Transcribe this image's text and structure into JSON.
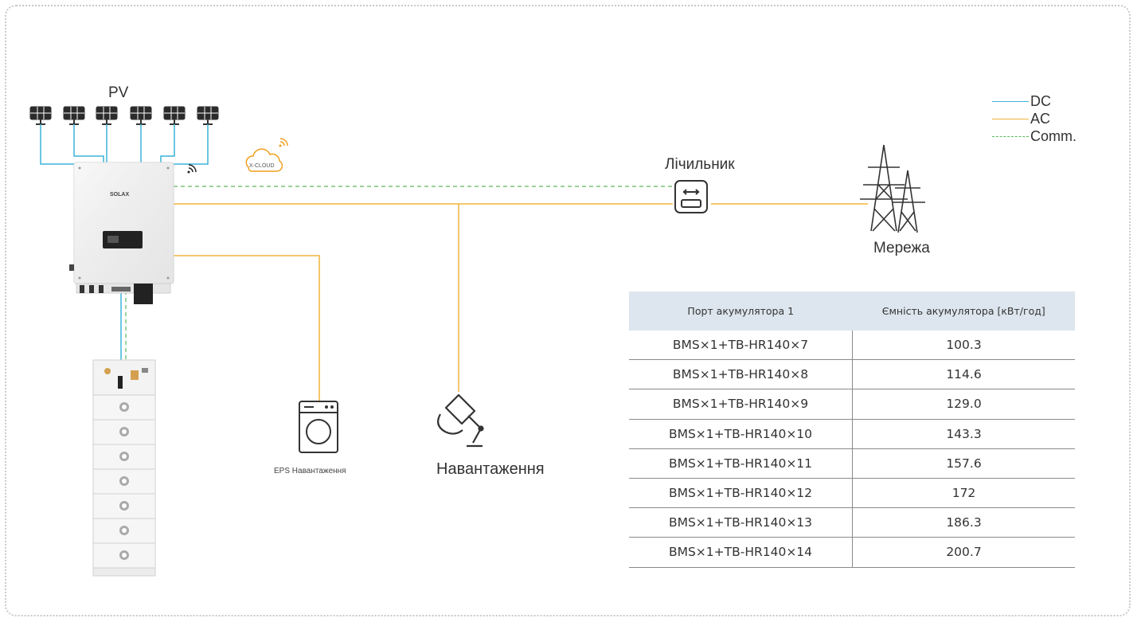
{
  "labels": {
    "pv": "PV",
    "meter": "Лічильник",
    "grid": "Мережа",
    "eps_load": "EPS Навантаження",
    "load": "Навантаження",
    "cloud": "X-CLOUD",
    "inverter_brand": "SOLAX"
  },
  "legend": {
    "dc": "DC",
    "ac": "AC",
    "comm": "Comm."
  },
  "colors": {
    "dc": "#3cb4d8",
    "ac": "#f0b33c",
    "comm": "#5cb85c",
    "cloud": "#f0a020",
    "table_header": "#dde6ee"
  },
  "table": {
    "headers": [
      "Порт акумулятора 1",
      "Ємність акумулятора [кВт/год]"
    ],
    "rows": [
      [
        "BMS×1+TB-HR140×7",
        "100.3"
      ],
      [
        "BMS×1+TB-HR140×8",
        "114.6"
      ],
      [
        "BMS×1+TB-HR140×9",
        "129.0"
      ],
      [
        "BMS×1+TB-HR140×10",
        "143.3"
      ],
      [
        "BMS×1+TB-HR140×11",
        "157.6"
      ],
      [
        "BMS×1+TB-HR140×12",
        "172"
      ],
      [
        "BMS×1+TB-HR140×13",
        "186.3"
      ],
      [
        "BMS×1+TB-HR140×14",
        "200.7"
      ]
    ]
  }
}
